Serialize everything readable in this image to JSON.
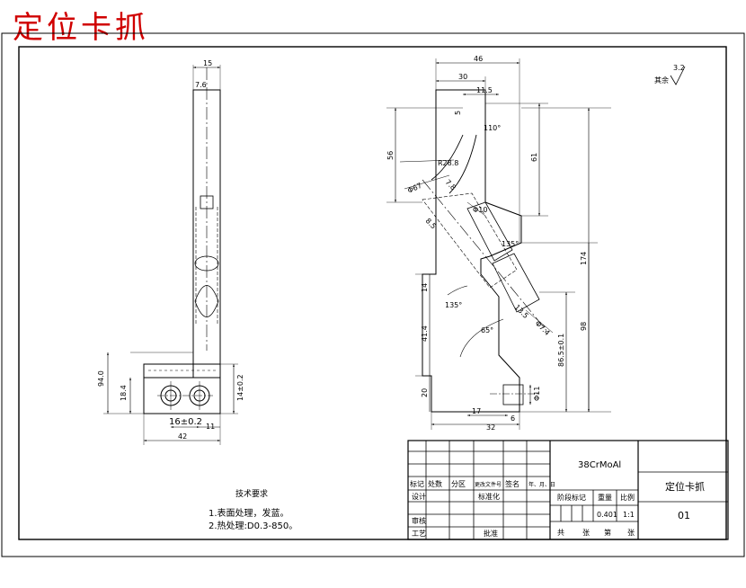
{
  "sheet_title": "定位卡抓",
  "left_view": {
    "dims": {
      "top_width": "15",
      "top_inner": "7.6",
      "left_h1": "94.0",
      "left_h2": "18.4",
      "hole_spacing": "16±0.2",
      "hole_edge": "11",
      "right_h": "14±0.2",
      "base_width": "42"
    }
  },
  "right_view": {
    "dims": {
      "top_width": "46",
      "sub_width": "30",
      "slot": "11.5",
      "small": "5",
      "angle_top": "110°",
      "left_height": "56",
      "right_height": "61",
      "r1": "R28.8",
      "d1": "Φ67",
      "d2": "7.8",
      "d3": "Φ10",
      "d4": "8.5",
      "angle_mid": "135°",
      "total_h": "174",
      "h98": "98",
      "h86": "86.5±0.1",
      "angle_low": "65°",
      "angle_left": "135°",
      "d5": "13.5",
      "d6": "Φ7.4",
      "h14": "14",
      "h41": "41.4",
      "h20": "20",
      "w17": "17",
      "w32": "32",
      "w6": "6",
      "d11": "Φ11"
    }
  },
  "surface_finish": {
    "label": "其余",
    "value": "3.2"
  },
  "notes": {
    "heading": "技术要求",
    "line1": "1.表面处理，发蓝。",
    "line2": "2.热处理:D0.3-850。"
  },
  "title_block": {
    "material": "38CrMoAl",
    "part_name": "定位卡抓",
    "drawing_no": "01",
    "header_cells": [
      "标记",
      "处数",
      "分区",
      "更改文件号",
      "签名",
      "年、月、日"
    ],
    "row_design": "设计",
    "row_standard": "标准化",
    "row_review": "审核",
    "row_process": "工艺",
    "row_approve": "批准",
    "stage_mark": "阶段标记",
    "weight_label": "重量",
    "scale_label": "比例",
    "weight": "0.401",
    "scale": "1:1",
    "sheet_total": "共",
    "sheet_unit": "张",
    "sheet_no": "第",
    "sheet_unit2": "张"
  }
}
